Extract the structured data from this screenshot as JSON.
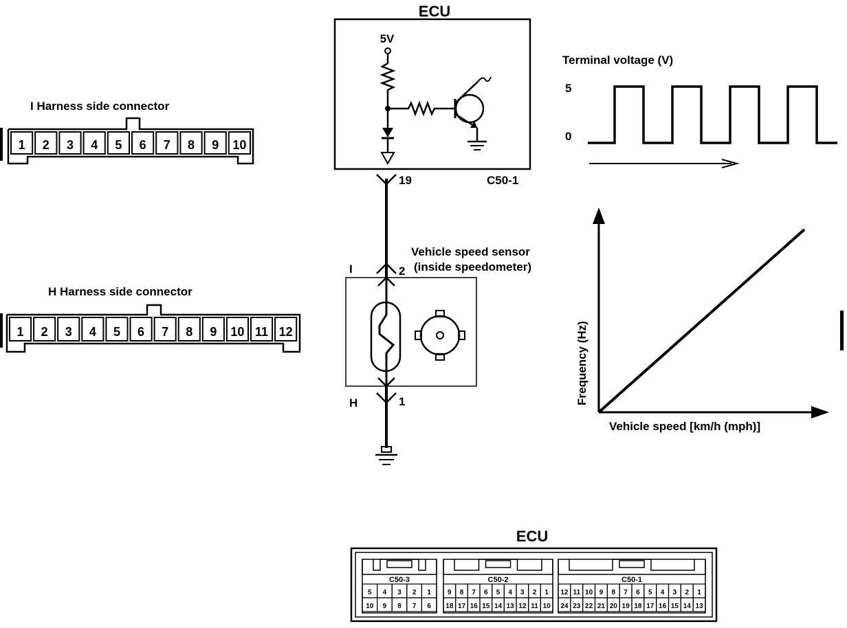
{
  "ecu_circuit": {
    "title": "ECU",
    "supply": "5V",
    "ecu_pin": "19",
    "connector": "C50-1"
  },
  "sensor": {
    "label_line1": "Vehicle speed sensor",
    "label_line2": "(inside speedometer)",
    "pin_top": "2",
    "pin_bottom": "1",
    "conn_top": "I",
    "conn_bottom": "H"
  },
  "waveform": {
    "title": "Terminal voltage (V)",
    "high": "5",
    "low": "0"
  },
  "freq_graph": {
    "ylabel": "Frequency (Hz)",
    "xlabel": "Vehicle speed [km/h (mph)]"
  },
  "connector_i": {
    "label": "I  Harness side connector",
    "pins": [
      "1",
      "2",
      "3",
      "4",
      "5",
      "6",
      "7",
      "8",
      "9",
      "10"
    ]
  },
  "connector_h": {
    "label": "H Harness side connector",
    "pins": [
      "1",
      "2",
      "3",
      "4",
      "5",
      "6",
      "7",
      "8",
      "9",
      "10",
      "11",
      "12"
    ]
  },
  "ecu_connector": {
    "title": "ECU",
    "c503": {
      "label": "C50-3",
      "top": [
        "5",
        "4",
        "3",
        "2",
        "1"
      ],
      "bottom": [
        "10",
        "9",
        "8",
        "7",
        "6"
      ]
    },
    "c502": {
      "label": "C50-2",
      "top": [
        "9",
        "8",
        "7",
        "6",
        "5",
        "4",
        "3",
        "2",
        "1"
      ],
      "bottom": [
        "18",
        "17",
        "16",
        "15",
        "14",
        "13",
        "12",
        "11",
        "10"
      ]
    },
    "c501": {
      "label": "C50-1",
      "top": [
        "12",
        "11",
        "10",
        "9",
        "8",
        "7",
        "6",
        "5",
        "4",
        "3",
        "2",
        "1"
      ],
      "bottom": [
        "24",
        "23",
        "22",
        "21",
        "20",
        "19",
        "18",
        "17",
        "16",
        "15",
        "14",
        "13"
      ]
    }
  }
}
